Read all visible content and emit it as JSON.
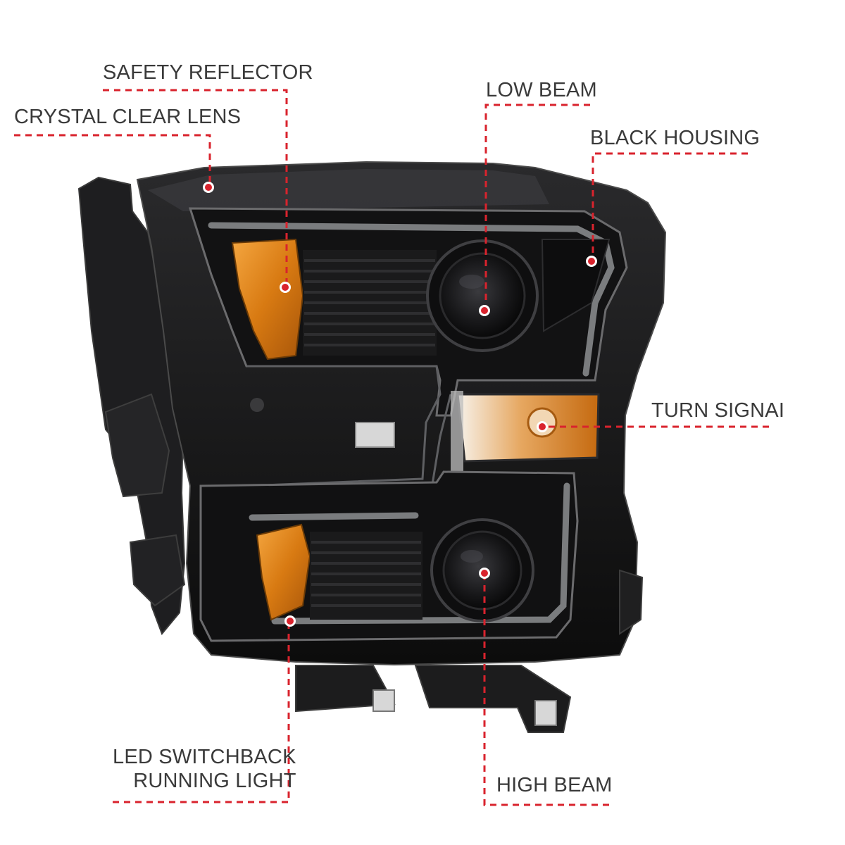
{
  "callouts": [
    {
      "id": "safety-reflector",
      "label": "SAFETY REFLECTOR"
    },
    {
      "id": "crystal-clear-lens",
      "label": "CRYSTAL CLEAR LENS"
    },
    {
      "id": "low-beam",
      "label": "LOW BEAM"
    },
    {
      "id": "black-housing",
      "label": "BLACK HOUSING"
    },
    {
      "id": "turn-signal",
      "label": "TURN SIGNAI"
    },
    {
      "id": "led-running-light",
      "label": "LED SWITCHBACK\nRUNNING LIGHT"
    },
    {
      "id": "high-beam",
      "label": "HIGH BEAM"
    }
  ],
  "colors": {
    "leader": "#d9232d",
    "text": "#3a3a3a",
    "housing": "#141414",
    "amber": "#e08a1e"
  }
}
